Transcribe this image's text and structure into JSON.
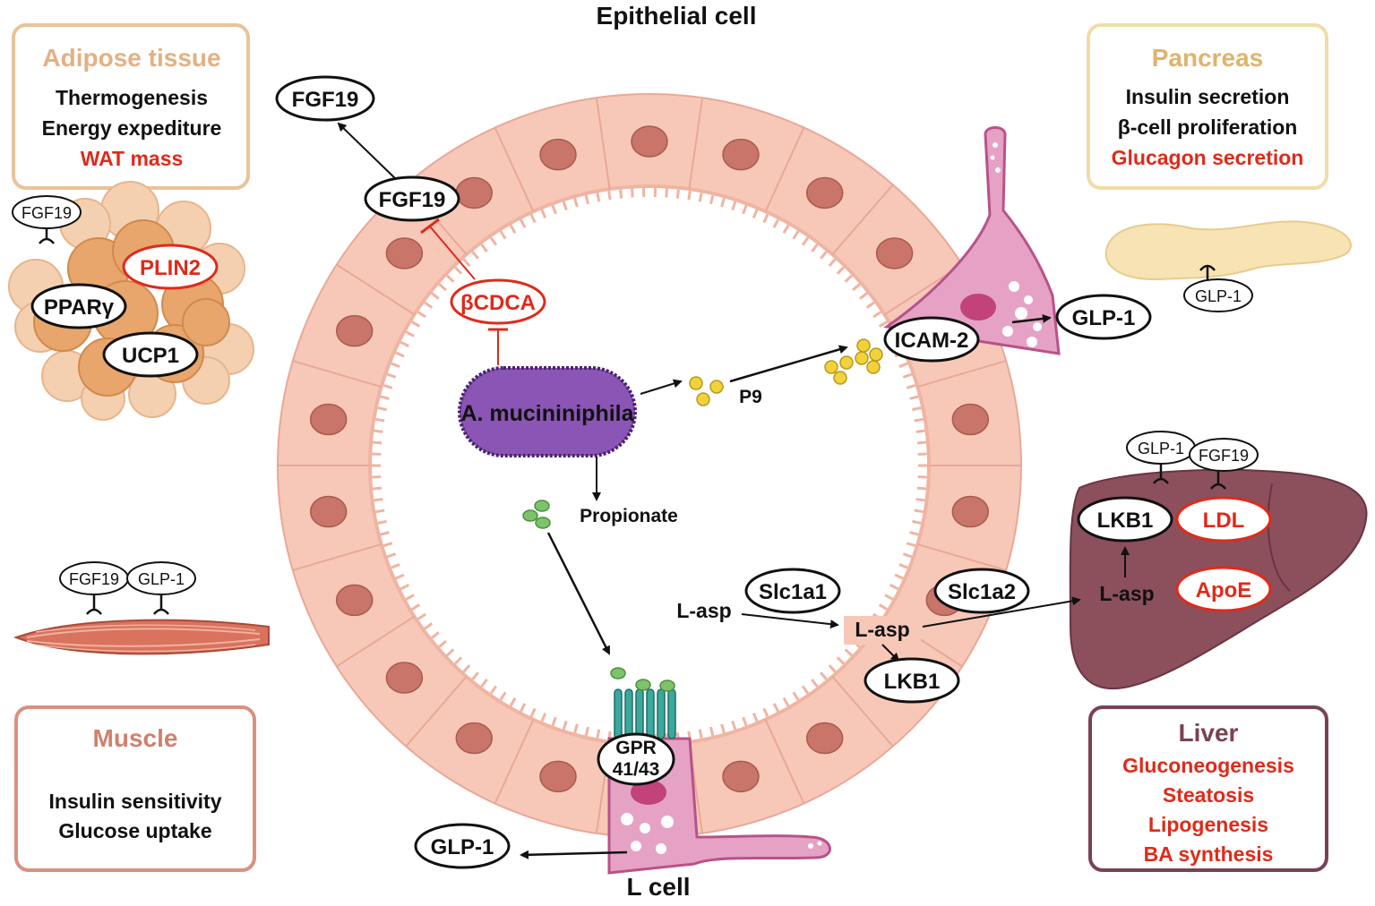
{
  "colors": {
    "adipose": "#e7b98a",
    "pancreas": "#e9c98a",
    "muscle": "#d08c7a",
    "liver": "#7a4250",
    "red": "#e02a1a",
    "cell_fill": "#f6c3b2",
    "nucleus": "#c9756a",
    "bacterium": "#8a55b4",
    "lcell": "#e6a2c4"
  },
  "titles": {
    "epithelial": "Epithelial cell",
    "lcell": "L cell"
  },
  "adipose": {
    "title": "Adipose tissue",
    "items": [
      "Thermogenesis",
      "Energy expediture"
    ],
    "red_item": "WAT mass",
    "receptor": "FGF19",
    "markers": {
      "plin2": "PLIN2",
      "ppar": "PPARγ",
      "ucp1": "UCP1"
    }
  },
  "pancreas": {
    "title": "Pancreas",
    "items": [
      "Insulin secretion",
      "β-cell proliferation"
    ],
    "red_item": "Glucagon secretion",
    "receptor": "GLP-1"
  },
  "muscle": {
    "title": "Muscle",
    "items": [
      "Insulin sensitivity",
      "Glucose uptake"
    ],
    "receptors": [
      "FGF19",
      "GLP-1"
    ]
  },
  "liver": {
    "title": "Liver",
    "red_items": [
      "Gluconeogenesis",
      "Steatosis",
      "Lipogenesis",
      "BA synthesis"
    ],
    "receptors": [
      "GLP-1",
      "FGF19"
    ],
    "lkb1": "LKB1",
    "ldl": "LDL",
    "apoe": "ApoE",
    "lasp": "L-asp"
  },
  "center": {
    "bacterium": "A. mucininiphila",
    "bcdca": "βCDCA",
    "fgf19_inner": "FGF19",
    "fgf19_outer": "FGF19",
    "p9": "P9",
    "icam2": "ICAM-2",
    "glp1_right": "GLP-1",
    "propionate": "Propionate",
    "gpr": [
      "GPR",
      "41/43"
    ],
    "glp1_bottom": "GLP-1",
    "lasp_left": "L-asp",
    "lasp_mid": "L-asp",
    "slc1a1": "Slc1a1",
    "slc1a2": "Slc1a2",
    "lkb1": "LKB1"
  }
}
